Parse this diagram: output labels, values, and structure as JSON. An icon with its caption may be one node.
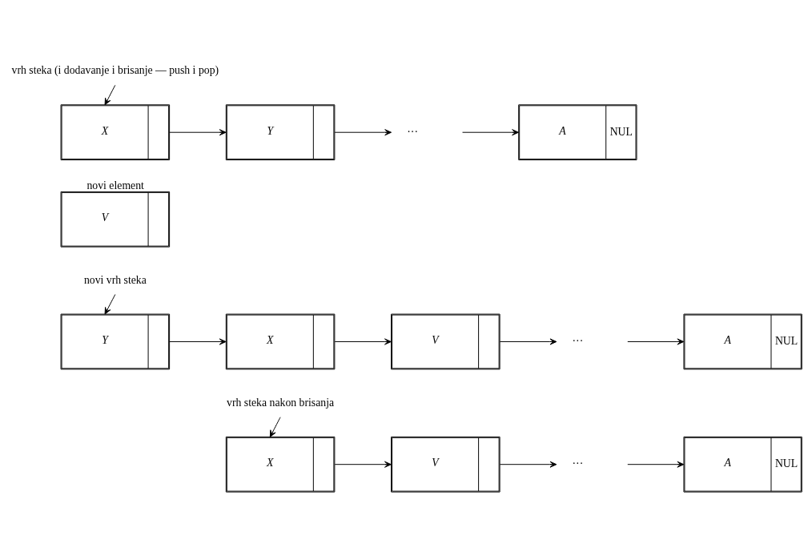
{
  "diagram": {
    "nodes": [
      {
        "text": [
          "vrh steka (i dodavanje i brisanje — push i pop)"
        ]
      },
      {
        "text": [
          "X"
        ]
      },
      {
        "text": [
          "Y"
        ]
      },
      {
        "text": [
          "···"
        ]
      },
      {
        "text": [
          "A",
          "NUL"
        ]
      },
      {
        "text": [
          "V"
        ],
        "beside": [
          "novi element"
        ]
      },
      {
        "text": [
          "novi vrh steka"
        ]
      },
      {
        "text": [
          "Y"
        ]
      },
      {
        "text": [
          "X"
        ]
      },
      {
        "text": [
          "V"
        ]
      },
      {
        "text": [
          "···"
        ]
      },
      {
        "text": [
          "A",
          "NUL"
        ]
      },
      {
        "text": [
          "vrh steka nakon brisanja"
        ]
      },
      {
        "text": [
          "X"
        ]
      },
      {
        "text": [
          "V"
        ]
      },
      {
        "text": [
          "···"
        ]
      },
      {
        "text": [
          "A",
          "NUL"
        ]
      }
    ],
    "edges": [
      {
        "from": 0,
        "to": 1,
        "arrow": "to"
      },
      {
        "from": 1,
        "to": 2,
        "arrow": "to"
      },
      {
        "from": 2,
        "to": 3,
        "arrow": "to"
      },
      {
        "from": null,
        "to": 4,
        "arrow": "to"
      },
      {
        "from": 6,
        "to": 7,
        "arrow": "to"
      },
      {
        "from": 7,
        "to": 8,
        "arrow": "to"
      },
      {
        "from": 8,
        "to": 9,
        "arrow": "to"
      },
      {
        "from": 9,
        "to": 10,
        "arrow": "to"
      },
      {
        "from": null,
        "to": 11,
        "arrow": "to"
      },
      {
        "from": 12,
        "to": 13,
        "arrow": "to"
      },
      {
        "from": 13,
        "to": 14,
        "arrow": "to"
      },
      {
        "from": 14,
        "to": 15,
        "arrow": "to"
      },
      {
        "from": null,
        "to": 16,
        "arrow": "to"
      }
    ]
  }
}
